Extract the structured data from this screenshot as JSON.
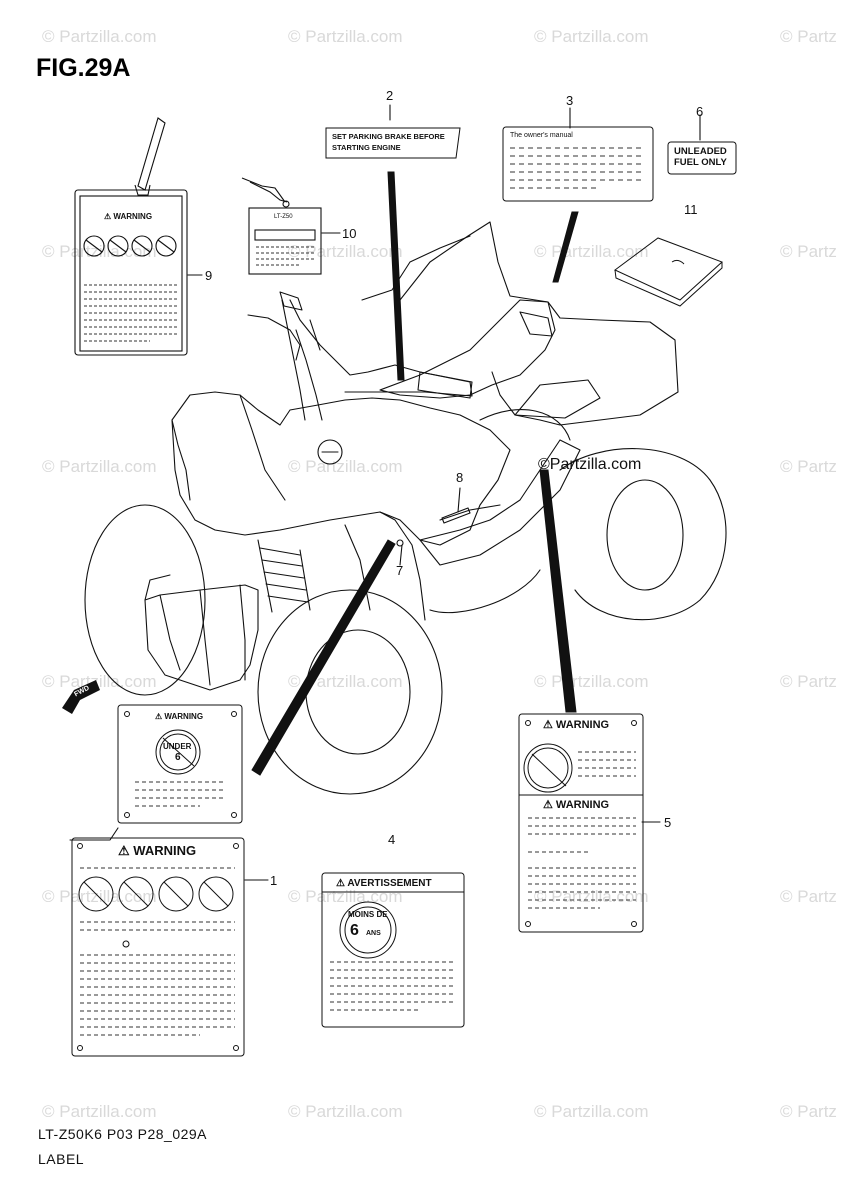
{
  "figure": {
    "title": "FIG.29A",
    "footer_code": "LT-Z50K6 P03 P28_029A",
    "footer_name": "LABEL"
  },
  "watermark": {
    "text": "© Partzilla.com",
    "text_partial": "© Partz",
    "center_text": "©Partzilla.com"
  },
  "callouts": [
    "1",
    "2",
    "3",
    "4",
    "5",
    "6",
    "7",
    "8",
    "9",
    "10",
    "11"
  ],
  "labels": {
    "parking": {
      "line1": "SET PARKING BRAKE BEFORE",
      "line2": "STARTING ENGINE"
    },
    "manual": {
      "header": "The owner's manual"
    },
    "fuel": {
      "line1": "UNLEADED",
      "line2": "FUEL ONLY"
    },
    "tag9": {
      "header": "⚠ WARNING"
    },
    "tag10": {
      "header": "LT-Z50"
    },
    "label4a": {
      "header": "⚠ WARNING",
      "badge_line1": "UNDER",
      "badge_line2": "6"
    },
    "label1": {
      "header": "⚠ WARNING"
    },
    "label4b": {
      "header": "⚠ AVERTISSEMENT",
      "badge_line1": "MOINS DE",
      "badge_line2": "6",
      "badge_line3": "ANS"
    },
    "label5": {
      "header_top": "⚠ WARNING",
      "header_mid": "⚠ WARNING"
    },
    "fwd": "FWD"
  }
}
